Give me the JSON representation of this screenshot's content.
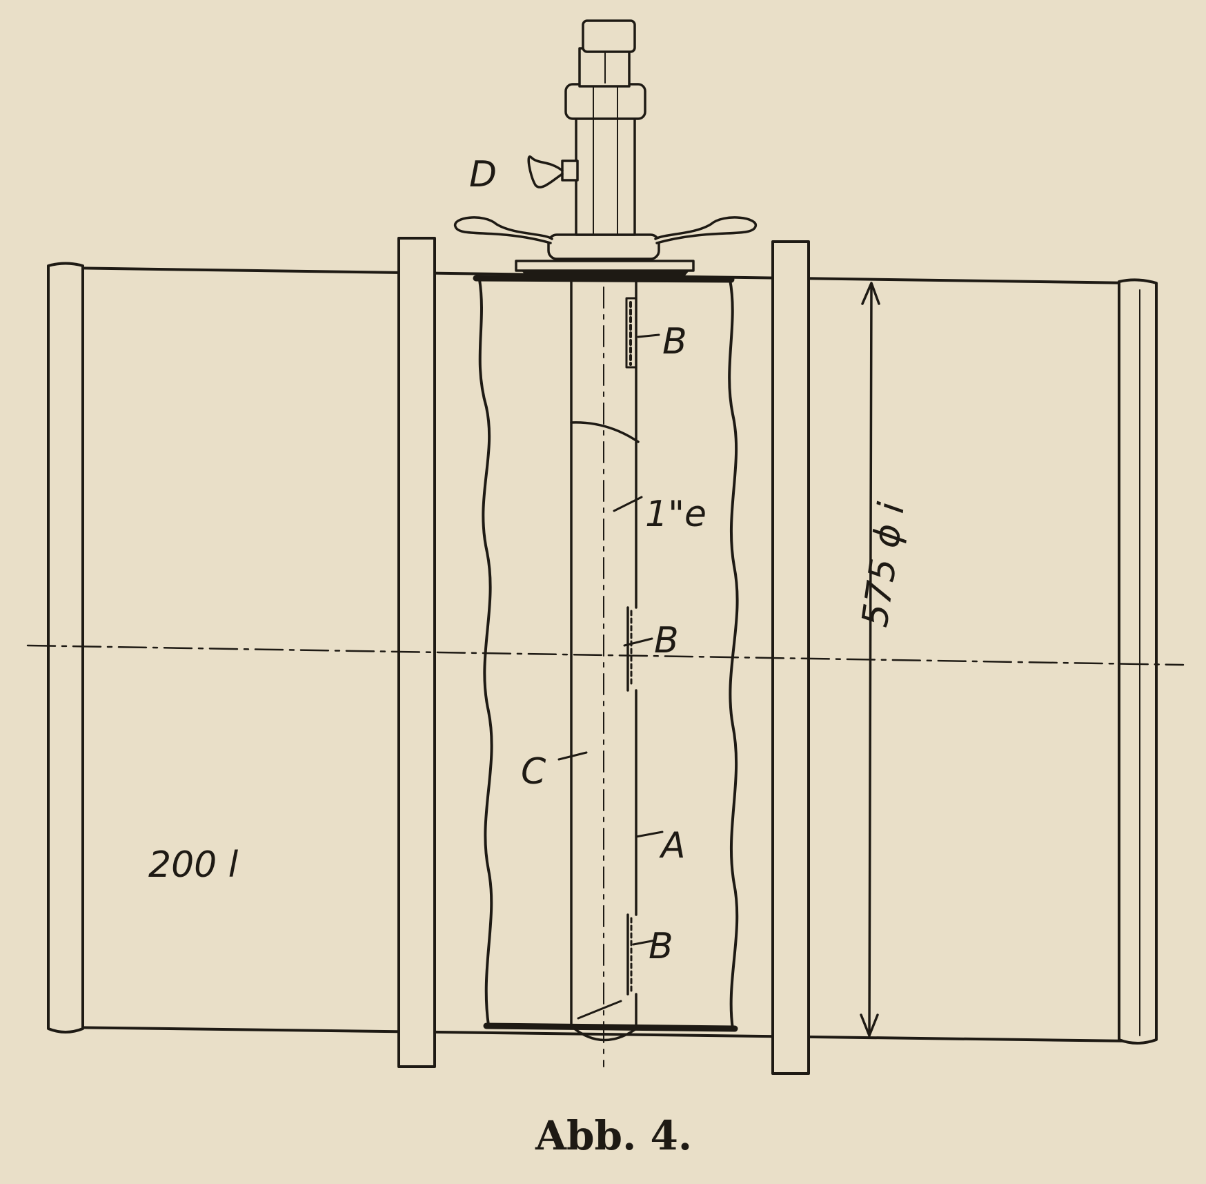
{
  "labels": {
    "D": "D",
    "B_top": "B",
    "pipe": "1\"e",
    "B_middle": "B",
    "C": "C",
    "A": "A",
    "B_bottom": "B",
    "volume": "200 l",
    "diameter": "575 ϕ i"
  },
  "caption": "Abb. 4.",
  "colors": {
    "paper": "#e9dfc8",
    "ink": "#1e1a14"
  }
}
